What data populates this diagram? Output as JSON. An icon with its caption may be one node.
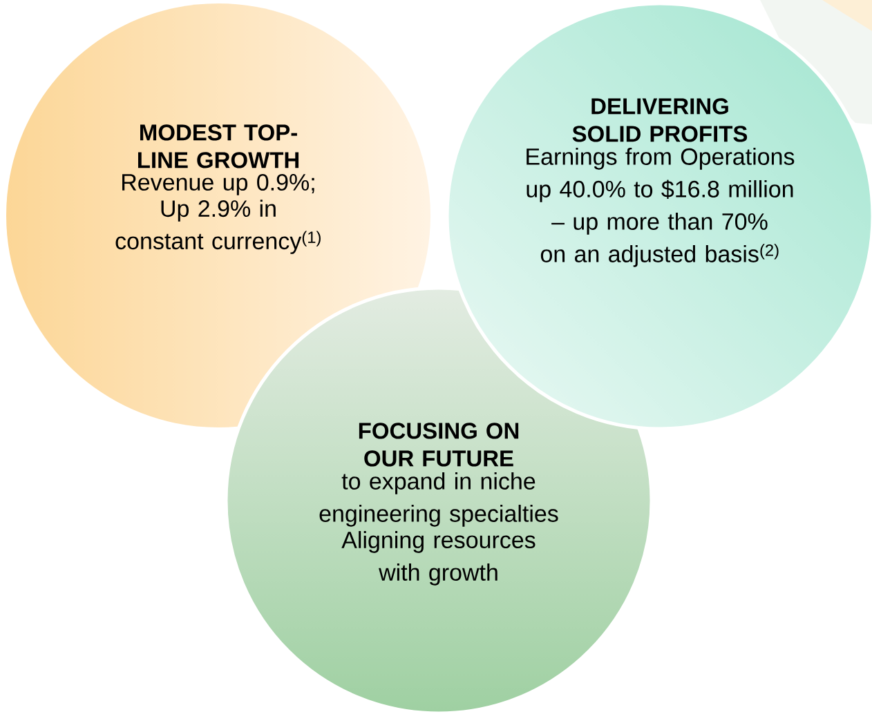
{
  "diagram": {
    "nodes": [
      {
        "text": [
          "MODEST TOP-LINE GROWTH",
          "Revenue up 0.9%;",
          "Up 2.9% in constant currency$^{(1)}$"
        ]
      },
      {
        "text": [
          "DELIVERING SOLID PROFITS",
          "Earnings from Operations up 40.0% to $16.8 million – up more than 70% on an adjusted basis$^{(2)}$"
        ]
      },
      {
        "text": [
          "FOCUSING ON OUR FUTURE",
          "to expand in niche engineering specialties",
          "Aligning resources with growth"
        ]
      }
    ]
  }
}
